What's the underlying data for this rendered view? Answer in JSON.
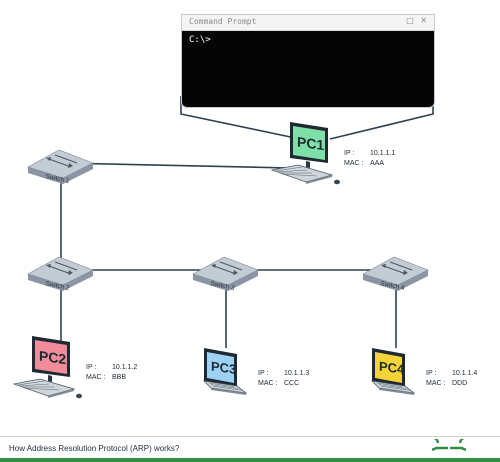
{
  "terminal": {
    "title": "Command Prompt",
    "controls": "□ ✕",
    "prompt": "C:\\>"
  },
  "switches": [
    {
      "id": "s1",
      "label": "Switch 1"
    },
    {
      "id": "s2",
      "label": "Switch 2"
    },
    {
      "id": "s3",
      "label": "Switch 3"
    },
    {
      "id": "s4",
      "label": "Switch 4"
    }
  ],
  "pcs": [
    {
      "id": "pc1",
      "label": "PC1",
      "device": "desktop",
      "screen_color": "#7ee0a6",
      "ip_label": "IP",
      "ip": "10.1.1.1",
      "mac_label": "MAC",
      "mac": "AAA"
    },
    {
      "id": "pc2",
      "label": "PC2",
      "device": "desktop",
      "screen_color": "#f28b9a",
      "ip_label": "IP",
      "ip": "10.1.1.2",
      "mac_label": "MAC",
      "mac": "BBB"
    },
    {
      "id": "pc3",
      "label": "PC3",
      "device": "laptop",
      "screen_color": "#9ed2f5",
      "ip_label": "IP",
      "ip": "10.1.1.3",
      "mac_label": "MAC",
      "mac": "CCC"
    },
    {
      "id": "pc4",
      "label": "PC4",
      "device": "laptop",
      "screen_color": "#f5d43a",
      "ip_label": "IP",
      "ip": "10.1.1.4",
      "mac_label": "MAC",
      "mac": "DDD"
    }
  ],
  "links": [
    [
      "s1",
      "pc1"
    ],
    [
      "s1",
      "s2"
    ],
    [
      "s2",
      "s3"
    ],
    [
      "s3",
      "s4"
    ],
    [
      "s2",
      "pc2"
    ],
    [
      "s3",
      "pc3"
    ],
    [
      "s4",
      "pc4"
    ],
    [
      "pc1",
      "terminal"
    ]
  ],
  "footer": {
    "caption": "How Address Resolution Protocol (ARP) works?",
    "logo_icon": "geeksforgeeks-logo-icon"
  },
  "colors": {
    "line": "#2e4150",
    "switch_top": "#c3cbd4",
    "switch_side": "#8a96a3",
    "brand": "#2f8d46"
  }
}
